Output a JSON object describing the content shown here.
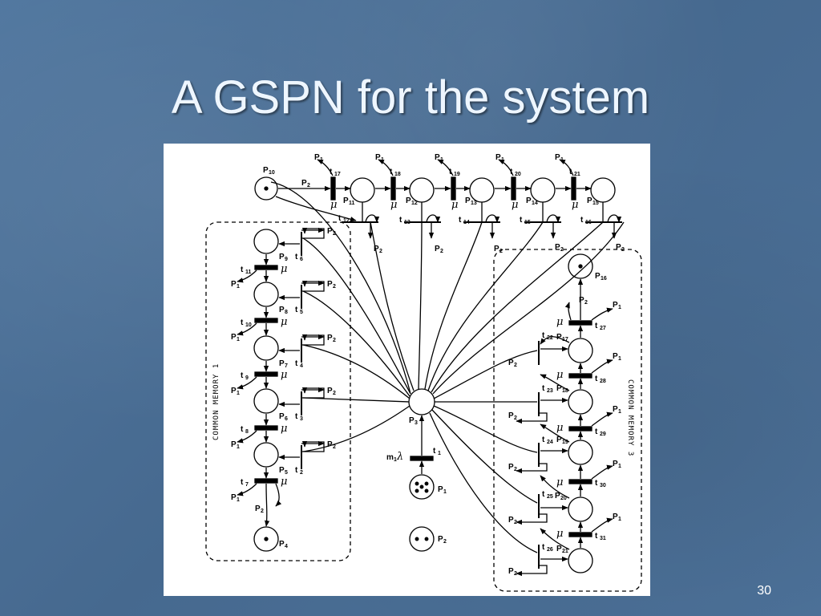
{
  "slide": {
    "title": "A GSPN for the system",
    "page_number": "30"
  },
  "diagram": {
    "memory_labels": [
      "COMMON MEMORY 1",
      "COMMON MEMORY 3"
    ],
    "mu": "μ",
    "lambda_label": "m₁λ"
  }
}
